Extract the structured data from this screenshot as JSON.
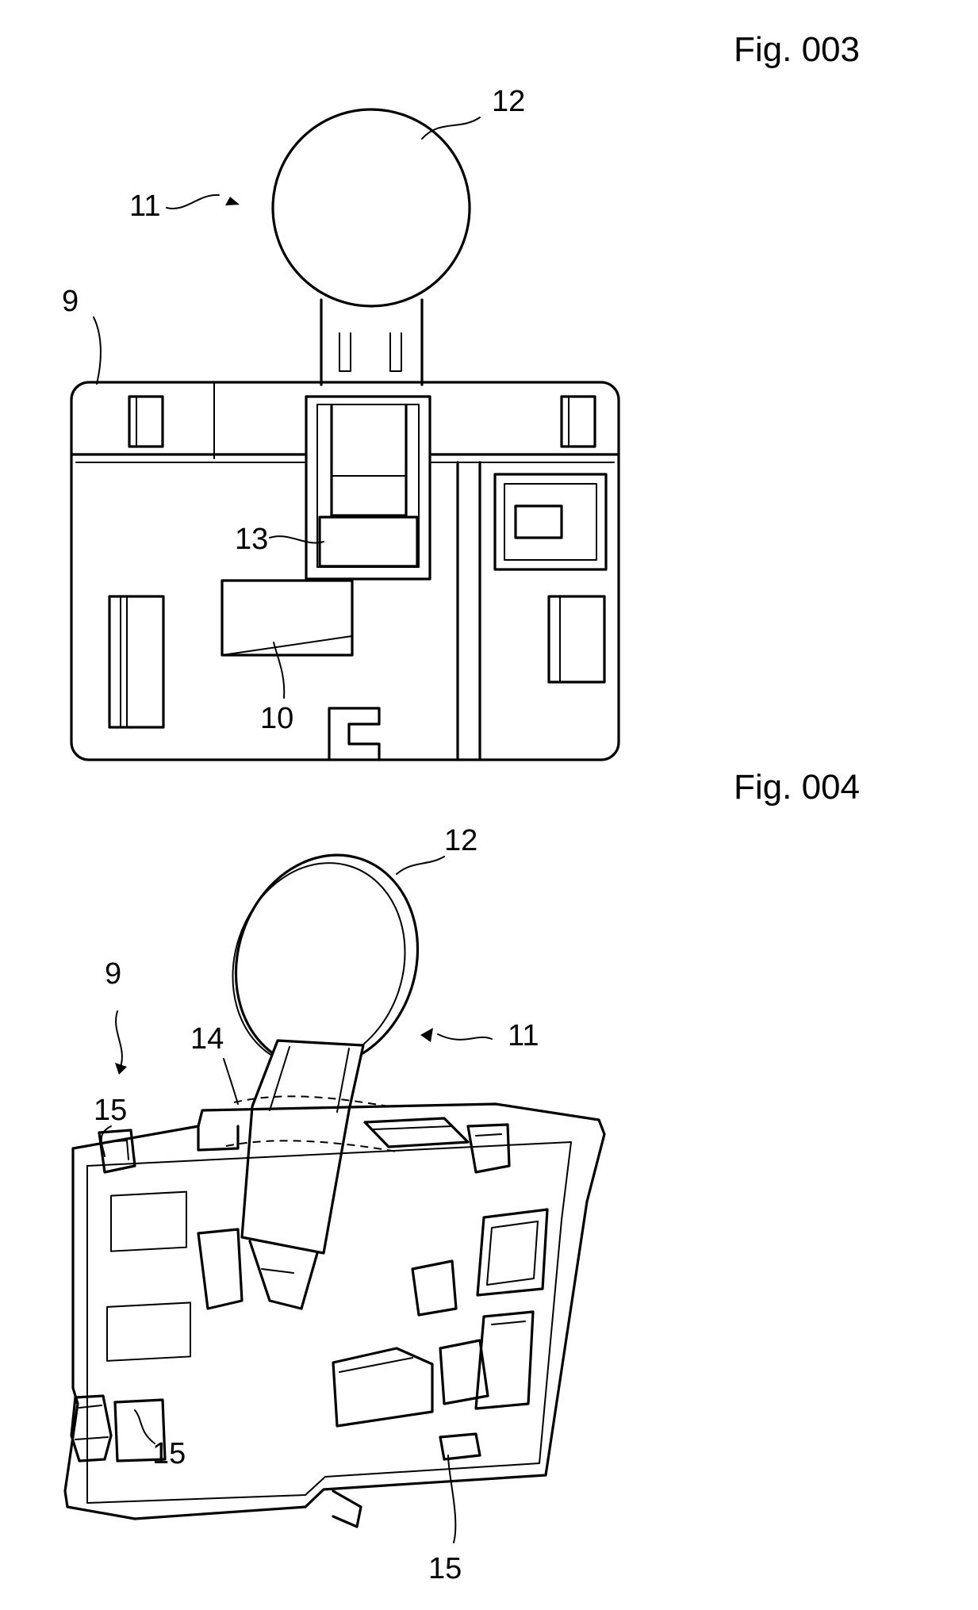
{
  "figures": [
    {
      "title": "Fig. 003",
      "labels": {
        "n9": "9",
        "n10": "10",
        "n11": "11",
        "n12": "12",
        "n13": "13"
      }
    },
    {
      "title": "Fig. 004",
      "labels": {
        "n9": "9",
        "n11": "11",
        "n12": "12",
        "n14": "14",
        "n15a": "15",
        "n15b": "15",
        "n15c": "15"
      }
    }
  ]
}
